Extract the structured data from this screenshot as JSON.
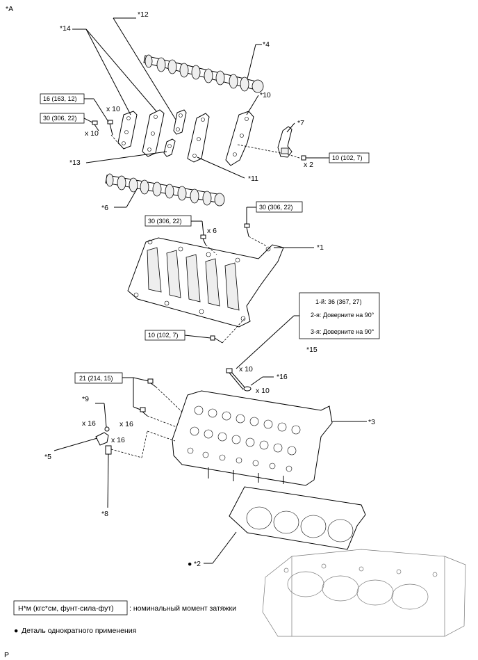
{
  "corner_label": "*A",
  "footer_label": "P",
  "part_labels": {
    "p1": "*1",
    "p2": "*2",
    "p3": "*3",
    "p4": "*4",
    "p5": "*5",
    "p6": "*6",
    "p7": "*7",
    "p8": "*8",
    "p9": "*9",
    "p10": "*10",
    "p11": "*11",
    "p12": "*12",
    "p13": "*13",
    "p14": "*14",
    "p15": "*15",
    "p16": "*16"
  },
  "torque_boxes": {
    "t16": "16 (163, 12)",
    "t30a": "30 (306, 22)",
    "t10a": "10 (102, 7)",
    "t30b": "30 (306, 22)",
    "t30c": "30 (306, 22)",
    "t10b": "10 (102, 7)",
    "t21": "21 (214, 15)"
  },
  "multi_step": {
    "step1": "1-й: 36 (367, 27)",
    "step2": "2-я: Доверните на 90°",
    "step3": "3-я: Доверните на 90°"
  },
  "quantities": {
    "q_bc_x10": "x 10",
    "q_bolt_x10": "x 10",
    "q_seal_x2": "x 2",
    "q_hous_x6": "x 6",
    "q_head_x10": "x 10",
    "q_wash_x10": "x 10",
    "q_lash_x16": "x 16",
    "q_lash2_x16": "x 16",
    "q_arm_x16": "x 16"
  },
  "legend": {
    "torque_format": "Н*м (кгс*см, фунт-сила-фут)",
    "torque_desc": ": номинальный момент затяжки",
    "bullet": "●",
    "single_use": "Деталь однократного применения",
    "gasket_bullet": "●"
  },
  "icons": [
    "camshaft",
    "camshaft-bearing-cap",
    "cam-housing",
    "cylinder-head",
    "head-gasket",
    "cylinder-block",
    "bolt",
    "washer",
    "roller-rocker-arm",
    "lash-adjuster",
    "oil-control-valve-bracket"
  ]
}
